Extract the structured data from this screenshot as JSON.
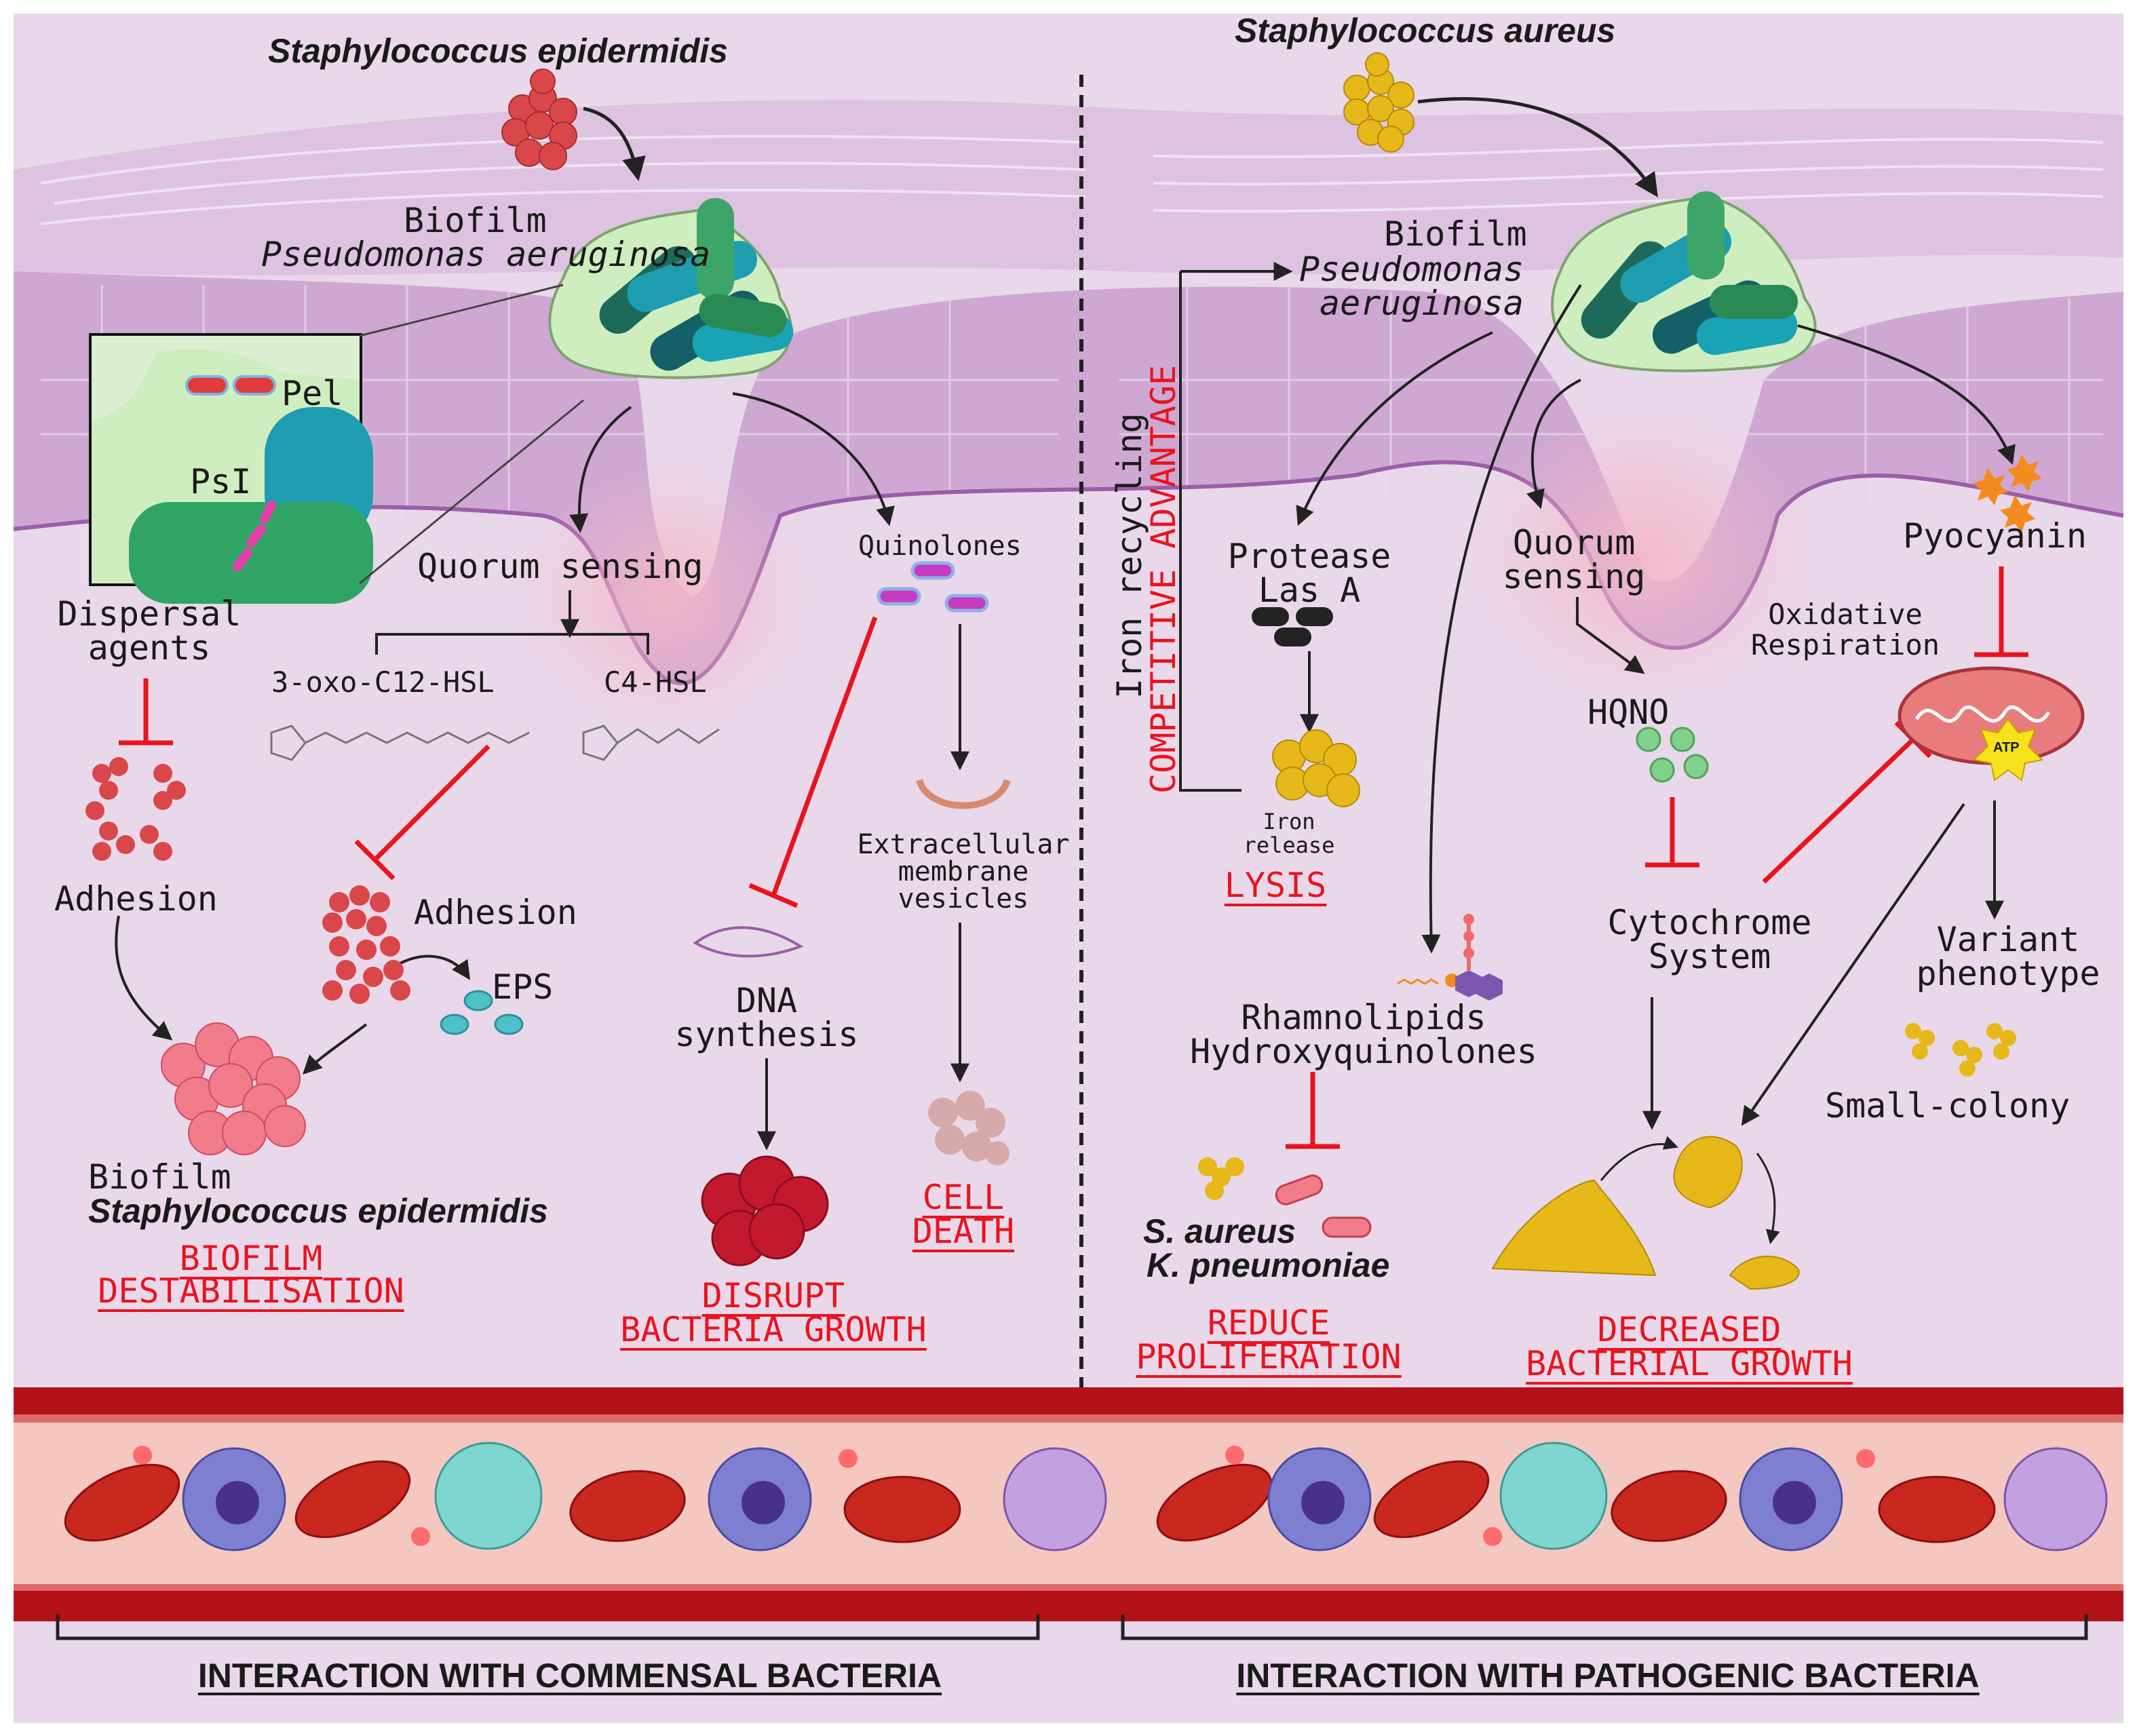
{
  "left": {
    "bacterium_top": "Staphylococcus epidermidis",
    "biofilm_label": "Biofilm",
    "biofilm_species": "Pseudomonas aeruginosa",
    "inset_pel": "Pel",
    "inset_psl": "PsI",
    "dispersal_line1": "Dispersal",
    "dispersal_line2": "agents",
    "adhesion_left": "Adhesion",
    "quorum_sensing": "Quorum sensing",
    "hsl_3oxo": "3-oxo-C12-HSL",
    "hsl_c4": "C4-HSL",
    "adhesion_mid": "Adhesion",
    "eps": "EPS",
    "biofilm_bottom_label": "Biofilm",
    "biofilm_bottom_species": "Staphylococcus epidermidis",
    "outcome_biofilm_line1": "BIOFILM",
    "outcome_biofilm_line2": "DESTABILISATION",
    "quinolones": "Quinolones",
    "dna_line1": "DNA",
    "dna_line2": "synthesis",
    "outcome_growth_line1": "DISRUPT",
    "outcome_growth_line2": "BACTERIA GROWTH",
    "vesicles_line1": "Extracellular",
    "vesicles_line2": "membrane",
    "vesicles_line3": "vesicles",
    "outcome_death_line1": "CELL",
    "outcome_death_line2": "DEATH",
    "footer": "INTERACTION WITH COMMENSAL BACTERIA"
  },
  "right": {
    "bacterium_top": "Staphylococcus aureus",
    "biofilm_label": "Biofilm",
    "biofilm_species_line1": "Pseudomonas",
    "biofilm_species_line2": "aeruginosa",
    "iron_recycling": "Iron recycling",
    "competitive_advantage": "COMPETITIVE ADVANTAGE",
    "protease_line1": "Protease",
    "protease_line2": "Las A",
    "iron_release_line1": "Iron",
    "iron_release_line2": "release",
    "outcome_lysis": "LYSIS",
    "rhamnolipids": "Rhamnolipids",
    "hydroxyquinolones": "Hydroxyquinolones",
    "s_aureus": "S. aureus",
    "k_pneumoniae": "K. pneumoniae",
    "outcome_prolif_line1": "REDUCE",
    "outcome_prolif_line2": "PROLIFERATION",
    "quorum_line1": "Quorum",
    "quorum_line2": "sensing",
    "hqno": "HQNO",
    "cyto_line1": "Cytochrome",
    "cyto_line2": "System",
    "outcome_growth_line1": "DECREASED",
    "outcome_growth_line2": "BACTERIAL GROWTH",
    "pyocyanin": "Pyocyanin",
    "oxidative_line1": "Oxidative",
    "oxidative_line2": "Respiration",
    "atp": "ATP",
    "variant_line1": "Variant",
    "variant_line2": "phenotype",
    "small_colony": "Small-colony",
    "footer": "INTERACTION WITH PATHOGENIC BACTERIA"
  },
  "colors": {
    "background": "#e9d8ea",
    "skin_layer": "#c9a0cf",
    "inhibition": "#e8141e",
    "vessel": "#b3121a",
    "biofilm_matrix": "#cfeec0",
    "epidermidis": "#d9474b",
    "aureus": "#e6b819"
  }
}
